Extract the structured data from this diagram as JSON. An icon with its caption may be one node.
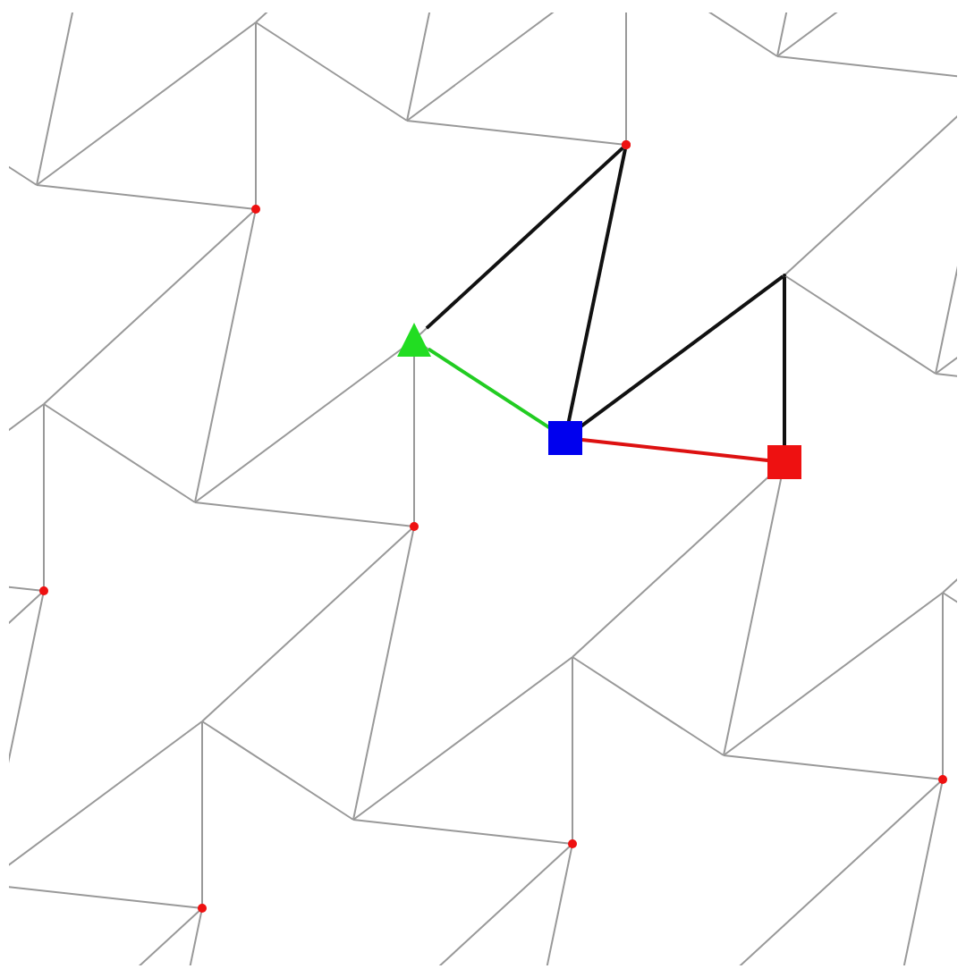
{
  "diagram": {
    "nodes": [
      {
        "text": [],
        "shape": "triangle"
      },
      {
        "text": [],
        "shape": "box"
      },
      {
        "text": [],
        "shape": "box"
      },
      {
        "text": [],
        "shape": "circle"
      },
      {
        "text": [],
        "shape": "circle"
      }
    ],
    "edges": [
      {
        "from": 1,
        "to": 0,
        "arrow": "none",
        "color": "#22cc22"
      },
      {
        "from": 1,
        "to": 2,
        "arrow": "none",
        "color": "#dd1111"
      },
      {
        "from": 0,
        "to": 3,
        "arrow": "none"
      },
      {
        "from": 3,
        "to": 1,
        "arrow": "none"
      },
      {
        "from": 1,
        "to": 4,
        "arrow": "none"
      },
      {
        "from": 4,
        "to": 2,
        "arrow": "none"
      }
    ]
  }
}
